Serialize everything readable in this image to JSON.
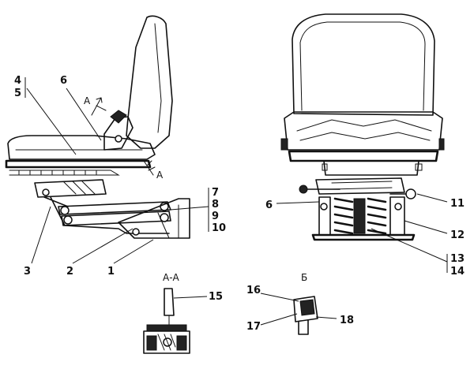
{
  "callouts": {
    "n1": "1",
    "n2": "2",
    "n3": "3",
    "n4": "4",
    "n5": "5",
    "n6_left": "6",
    "n6_right": "6",
    "n7": "7",
    "n8": "8",
    "n9": "9",
    "n10": "10",
    "n11": "11",
    "n12": "12",
    "n13": "13",
    "n14": "14",
    "n15": "15",
    "n16": "16",
    "n17": "17",
    "n18": "18"
  },
  "section_marks": {
    "arrow_top": "А",
    "arrow_bottom": "А",
    "section_aa": "А-А",
    "view_b": "Б"
  },
  "colors": {
    "ink": "#111111",
    "paper": "#ffffff"
  }
}
